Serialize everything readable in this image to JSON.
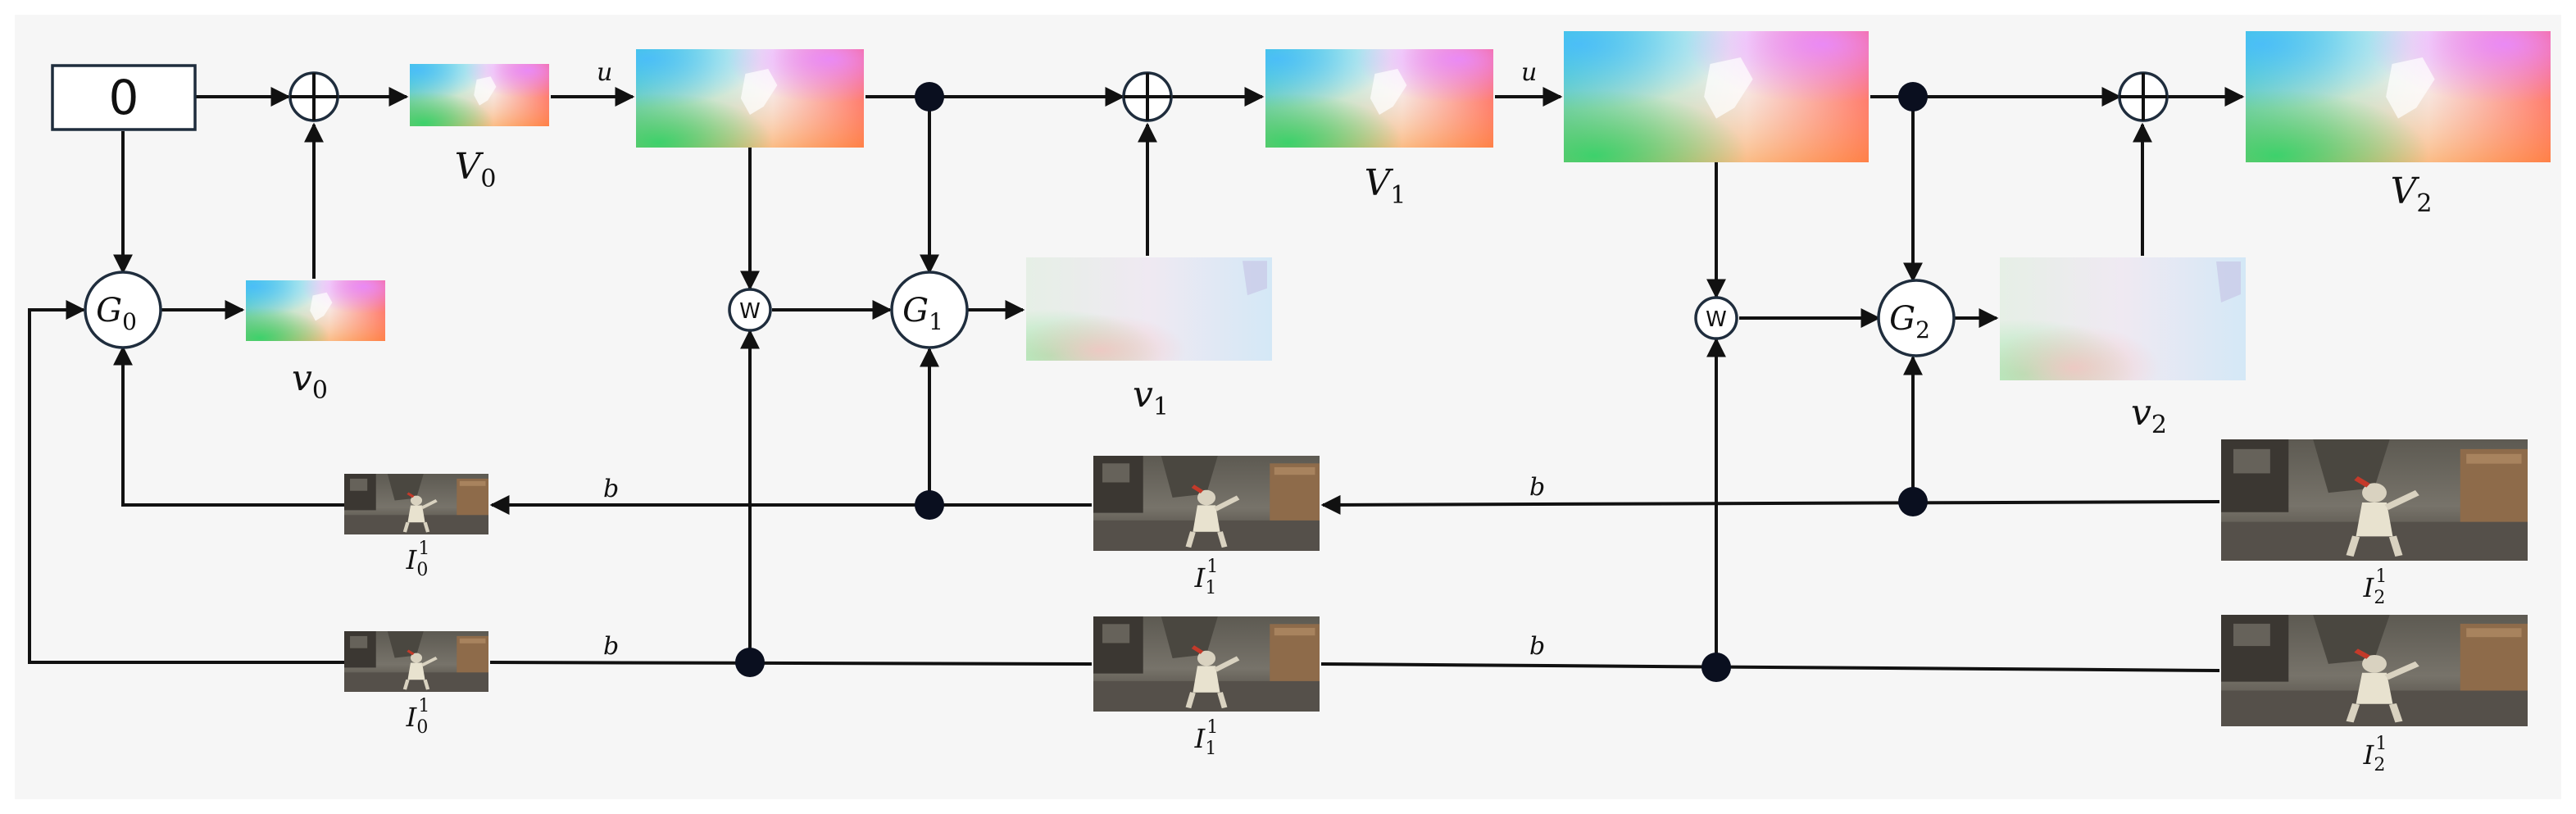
{
  "diagram": {
    "zero_box": "0",
    "edge_u": "u",
    "edge_b": "b",
    "warp_op": "W",
    "generators": [
      {
        "base": "G",
        "sub": "0"
      },
      {
        "base": "G",
        "sub": "1"
      },
      {
        "base": "G",
        "sub": "2"
      }
    ],
    "flow_labels": [
      {
        "base": "V",
        "sub": "0"
      },
      {
        "base": "V",
        "sub": "1"
      },
      {
        "base": "V",
        "sub": "2"
      }
    ],
    "residual_labels": [
      {
        "base": "v",
        "sub": "0"
      },
      {
        "base": "v",
        "sub": "1"
      },
      {
        "base": "v",
        "sub": "2"
      }
    ],
    "image_labels": [
      {
        "base": "I",
        "sub": "0",
        "sup": "1"
      },
      {
        "base": "I",
        "sub": "1",
        "sup": "1"
      },
      {
        "base": "I",
        "sub": "2",
        "sup": "1"
      }
    ]
  }
}
